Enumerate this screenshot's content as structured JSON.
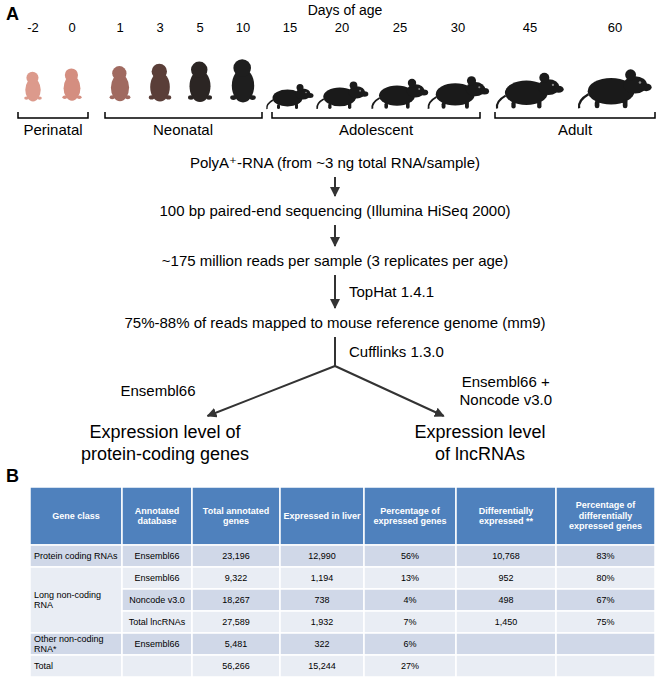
{
  "diagram": {
    "nodes": [
      {
        "text": [
          "PolyA⁺-RNA (from ~3 ng total RNA/sample)"
        ]
      },
      {
        "text": [
          "100 bp paired-end sequencing (Illumina HiSeq 2000)"
        ]
      },
      {
        "text": [
          "~175 million reads per sample (3 replicates per age)"
        ]
      },
      {
        "text": [
          "75%-88% of reads mapped to mouse reference genome (mm9)"
        ]
      },
      {
        "text": [
          "Expression level of protein-coding genes"
        ]
      },
      {
        "text": [
          "Expression level of lncRNAs"
        ]
      }
    ],
    "edges": [
      {
        "from": 0,
        "to": 1,
        "arrow": "to"
      },
      {
        "from": 1,
        "to": 2,
        "arrow": "to"
      },
      {
        "from": 2,
        "to": 3,
        "label": "TopHat 1.4.1",
        "arrow": "to"
      },
      {
        "from": 3,
        "to": 4,
        "label": "Ensembl66",
        "arrow": "to"
      },
      {
        "from": 3,
        "to": 5,
        "label": "Ensembl66 + Noncode v3.0",
        "arrow": "to"
      }
    ],
    "labels": [
      "A",
      "Days of age",
      "-2",
      "0",
      "1",
      "3",
      "5",
      "10",
      "15",
      "20",
      "25",
      "30",
      "45",
      "60",
      "Perinatal",
      "Neonatal",
      "Adolescent",
      "Adult",
      "Cufflinks 1.3.0",
      "B",
      "Gene class",
      "Annotated database",
      "Total annotated genes",
      "Expressed in liver",
      "Percentage of expressed genes",
      "Differentially expressed **",
      "Percentage of differentially expressed genes",
      "Protein coding RNAs",
      "Ensembl66",
      "23,196",
      "12,990",
      "56%",
      "10,768",
      "83%",
      "Long non-coding RNA",
      "Ensembl66",
      "9,322",
      "1,194",
      "13%",
      "952",
      "80%",
      "Noncode v3.0",
      "18,267",
      "738",
      "4%",
      "498",
      "67%",
      "Total lncRNAs",
      "27,589",
      "1,932",
      "7%",
      "1,450",
      "75%",
      "Other non-coding RNA*",
      "Ensembl66",
      "5,481",
      "322",
      "6%",
      "Total",
      "56,266",
      "15,244",
      "27%"
    ]
  }
}
